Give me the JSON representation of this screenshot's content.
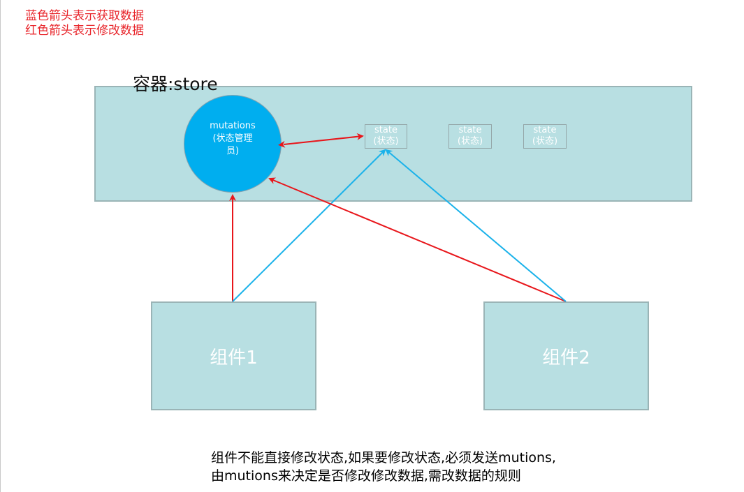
{
  "legend": {
    "blue_arrow": "蓝色箭头表示获取数据",
    "red_arrow": "红色箭头表示修改数据"
  },
  "container": {
    "title": "容器:store"
  },
  "mutations": {
    "line1": "mutations",
    "line2": "(状态管理",
    "line3": "员)"
  },
  "states": [
    {
      "label": "state",
      "sub": "(状态)"
    },
    {
      "label": "state",
      "sub": "(状态)"
    },
    {
      "label": "state",
      "sub": "(状态)"
    }
  ],
  "components": [
    {
      "label": "组件1"
    },
    {
      "label": "组件2"
    }
  ],
  "note": {
    "line1": "组件不能直接修改状态,如果要修改状态,必须发送mutions,",
    "line2": "由mutions来决定是否修改修改数据,需改数据的规则"
  },
  "colors": {
    "fetch_arrow": "#1ab2ea",
    "modify_arrow": "#e8161b",
    "box_fill": "#b8dfe2",
    "circle_fill": "#00aeef"
  }
}
